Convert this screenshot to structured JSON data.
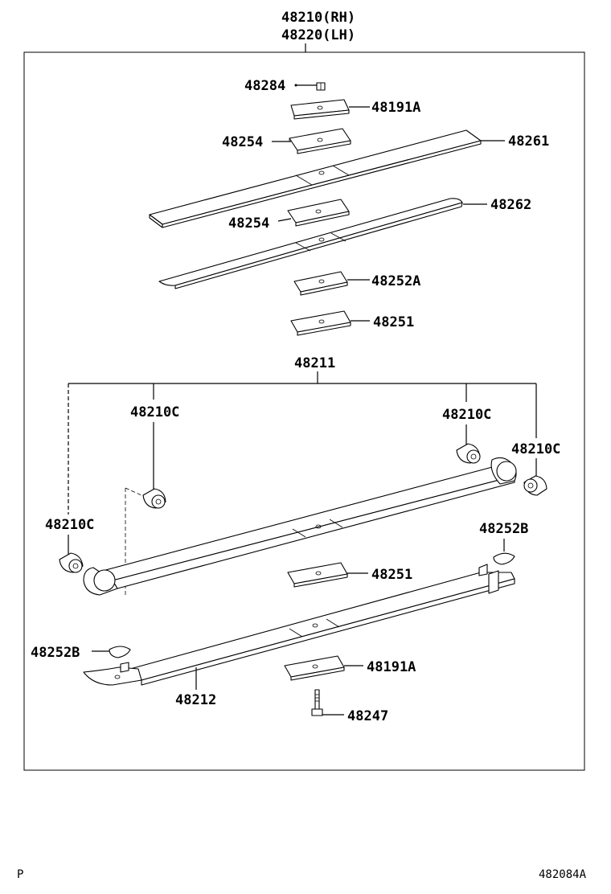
{
  "header": {
    "assembly_rh": "48210(RH)",
    "assembly_lh": "48220(LH)"
  },
  "labels": {
    "p48284": "48284",
    "p48191A_top": "48191A",
    "p48254_top": "48254",
    "p48261": "48261",
    "p48254_mid": "48254",
    "p48262": "48262",
    "p48252A": "48252A",
    "p48251_top": "48251",
    "p48211": "48211",
    "p48210C_left_upper": "48210C",
    "p48210C_right_upper": "48210C",
    "p48210C_right": "48210C",
    "p48210C_left": "48210C",
    "p48252B_right": "48252B",
    "p48251_bottom": "48251",
    "p48252B_left": "48252B",
    "p48191A_bottom": "48191A",
    "p48212": "48212",
    "p48247": "48247"
  },
  "footer": {
    "left": "P",
    "right": "482084A"
  }
}
